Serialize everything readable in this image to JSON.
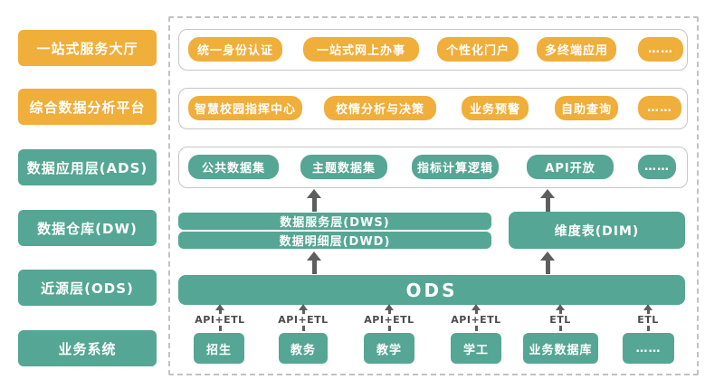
{
  "colors": {
    "yellow": "#F0AE3A",
    "teal": "#55A694",
    "arrow": "#5E5E5E"
  },
  "sidebar": {
    "items": [
      {
        "label": "一站式服务大厅",
        "color": "yellow"
      },
      {
        "label": "综合数据分析平台",
        "color": "yellow"
      },
      {
        "label": "数据应用层(ADS)",
        "color": "teal"
      },
      {
        "label": "数据仓库(DW)",
        "color": "teal"
      },
      {
        "label": "近源层(ODS)",
        "color": "teal"
      },
      {
        "label": "业务系统",
        "color": "teal"
      }
    ]
  },
  "panel": {
    "service_hall_row": {
      "items": [
        "统一身份认证",
        "一站式网上办事",
        "个性化门户",
        "多终端应用",
        "……"
      ]
    },
    "analysis_row": {
      "items": [
        "智慧校园指挥中心",
        "校情分析与决策",
        "业务预警",
        "自助查询",
        "……"
      ]
    },
    "ads_row": {
      "items": [
        "公共数据集",
        "主题数据集",
        "指标计算逻辑",
        "API开放",
        "……"
      ]
    },
    "warehouse": {
      "dws": "数据服务层(DWS)",
      "dwd": "数据明细层(DWD)",
      "dim": "维度表(DIM)"
    },
    "ods_label": "ODS",
    "etl": {
      "labels": [
        "API+ETL",
        "API+ETL",
        "API+ETL",
        "API+ETL",
        "ETL",
        "ETL"
      ]
    },
    "sources": {
      "items": [
        "招生",
        "教务",
        "教学",
        "学工",
        "业务数据库",
        "……"
      ]
    }
  }
}
